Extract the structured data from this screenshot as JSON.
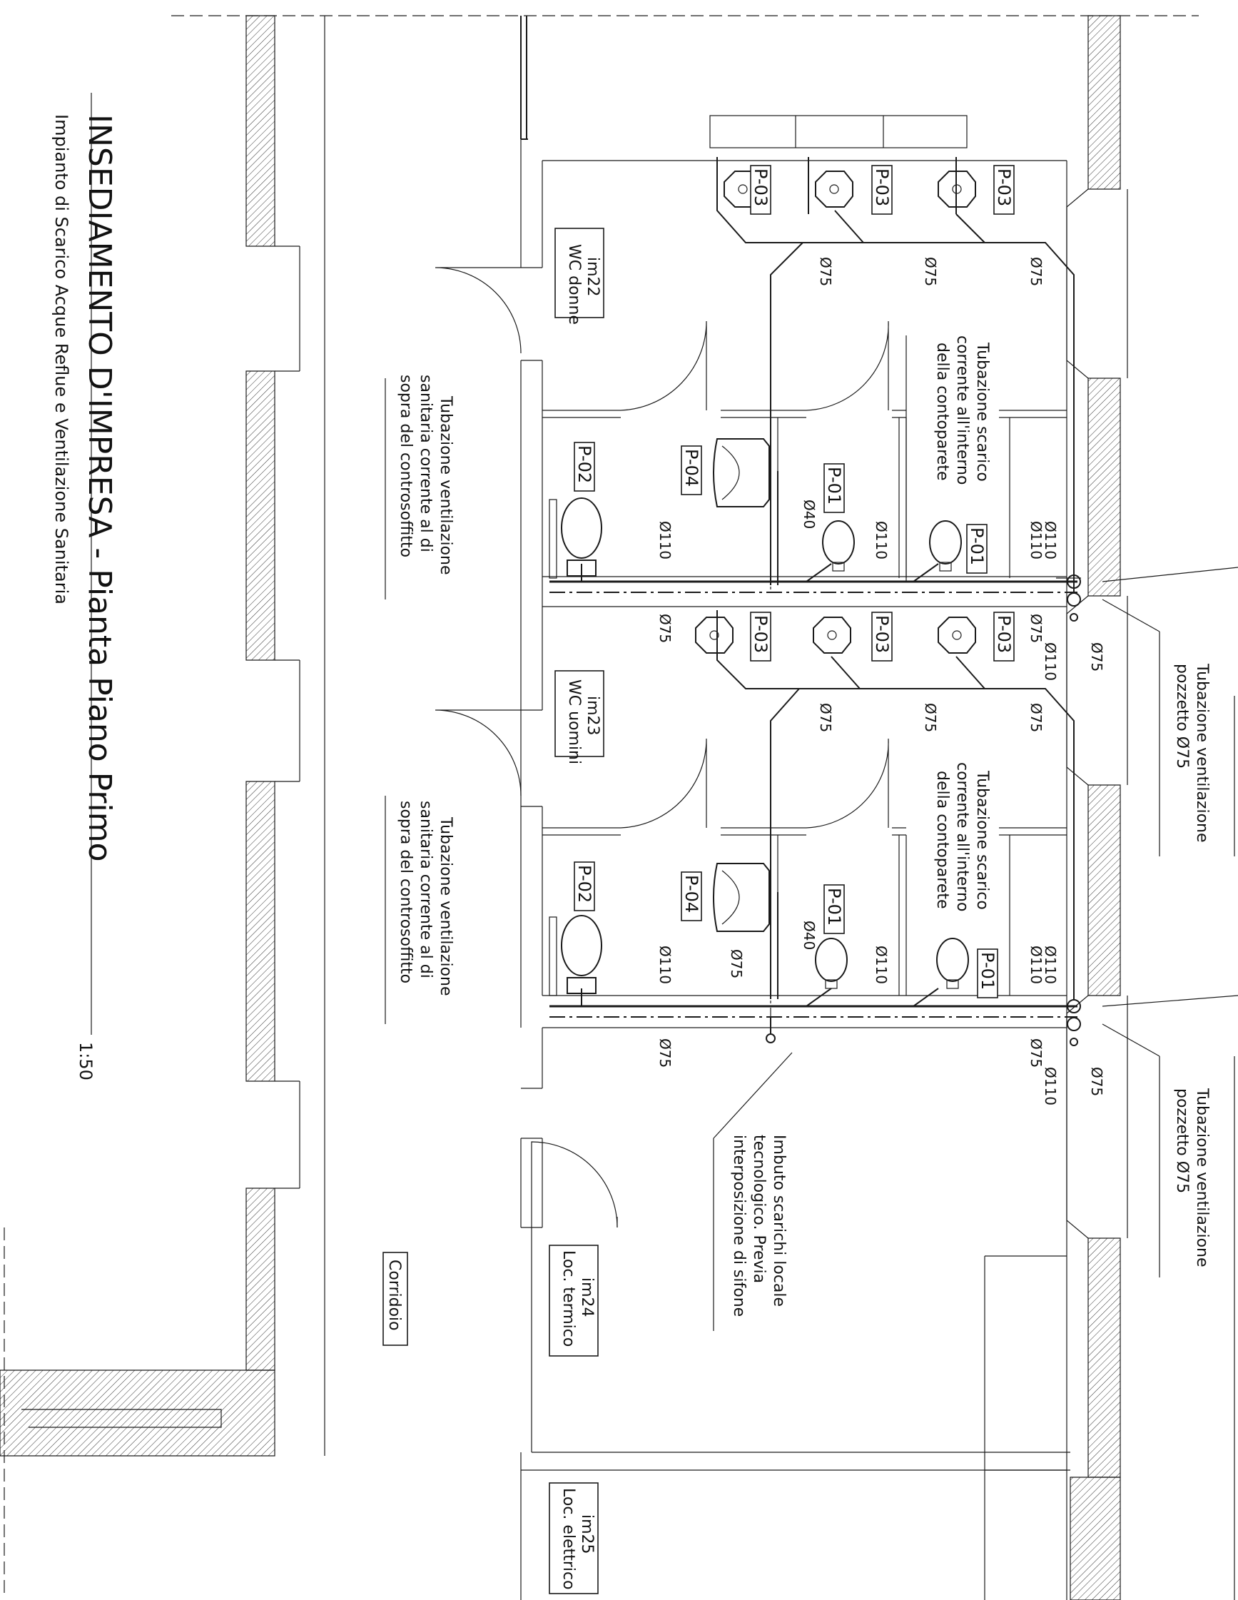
{
  "title": {
    "main": "INSEDIAMENTO D'IMPRESA - Pianta Piano Primo",
    "subtitle": "Impianto di Scarico Acque Reflue e Ventilazione Sanitaria",
    "scale": "1:50"
  },
  "rooms": [
    {
      "code": "im22",
      "name": "WC donne"
    },
    {
      "code": "im23",
      "name": "WC uomini"
    },
    {
      "code": "im24",
      "name": "Loc. termico"
    },
    {
      "code": "im25",
      "name": "Loc. elettrico"
    },
    {
      "code": "",
      "name": "Corridoio"
    }
  ],
  "fixtures": {
    "p01": "P-01",
    "p02": "P-02",
    "p03": "P-03",
    "p04": "P-04"
  },
  "diameters": {
    "d40": "Ø40",
    "d75": "Ø75",
    "d110": "Ø110"
  },
  "notes": {
    "scarico_line1": "Tubazione scarico",
    "scarico_line2": "corrente all'interno",
    "scarico_line3": "della contoparete",
    "vent_line1": "Tubazione ventilazione",
    "vent_line2": "sanitaria corrente al di",
    "vent_line3": "sopra del controsoffitto",
    "pozzetto_line1": "Tubazione ventilazione",
    "pozzetto_line2": "pozzetto Ø75",
    "imbuto_line1": "Imbuto scarichi locale",
    "imbuto_line2": "tecnologico. Previa",
    "imbuto_line3": "interposizione di sifone"
  },
  "colors": {
    "line": "#1a1a1a",
    "background": "#ffffff"
  }
}
